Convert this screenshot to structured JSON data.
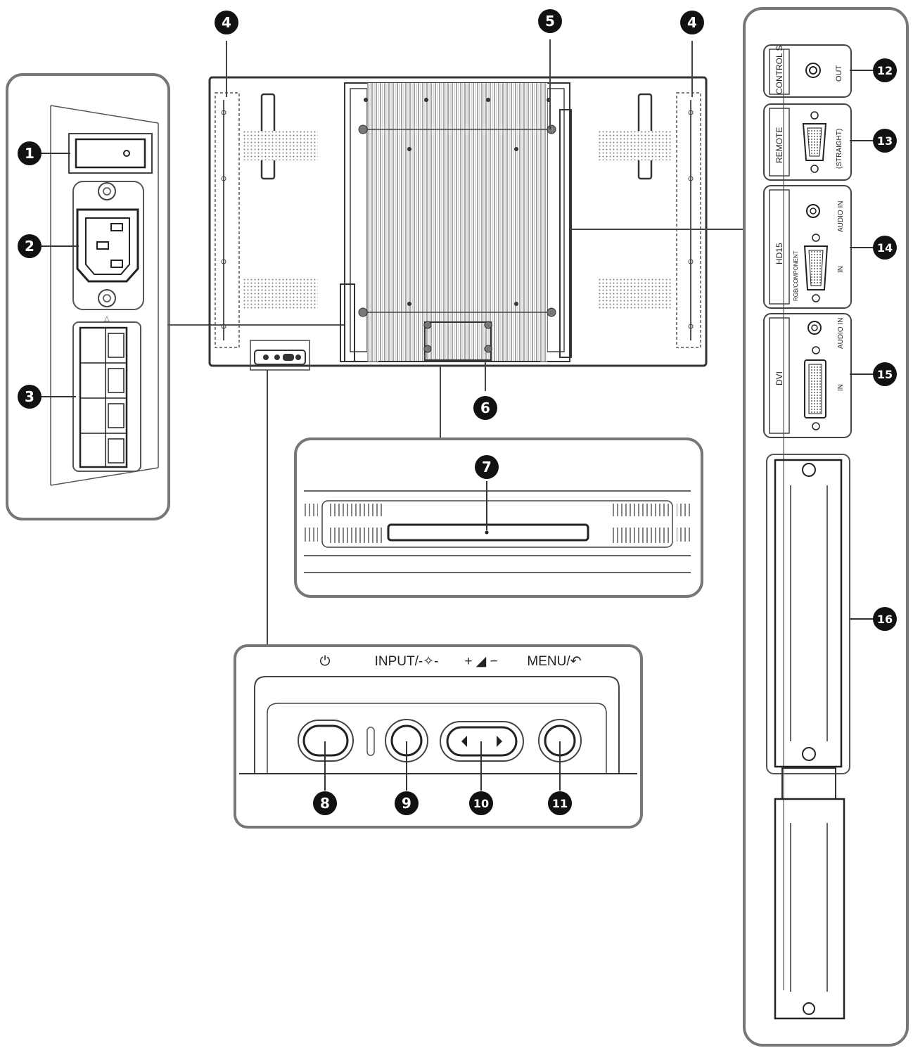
{
  "callouts": {
    "c1": "1",
    "c2": "2",
    "c3": "3",
    "c4a": "4",
    "c4b": "4",
    "c5": "5",
    "c6": "6",
    "c7": "7",
    "c8": "8",
    "c9": "9",
    "c10": "10",
    "c11": "11",
    "c12": "12",
    "c13": "13",
    "c14": "14",
    "c15": "15",
    "c16": "16"
  },
  "connectors": {
    "control_s": "CONTROL S",
    "control_s_out": "OUT",
    "remote": "REMOTE",
    "remote_straight": "(STRAIGHT)",
    "hd15": "HD15",
    "hd15_audio_in": "AUDIO IN",
    "hd15_rgb_component": "RGB/COMPONENT",
    "hd15_in": "IN",
    "dvi": "DVI",
    "dvi_audio_in": "AUDIO IN",
    "dvi_in": "IN"
  },
  "control_buttons": {
    "power_symbol": "⏻",
    "input_label": "INPUT/-✧-",
    "volume_label": "+ ◢ −",
    "menu_label": "MENU/↶"
  },
  "colors": {
    "line": "#4a4a4a",
    "callout_fill": "#111111",
    "vent": "#888888"
  }
}
